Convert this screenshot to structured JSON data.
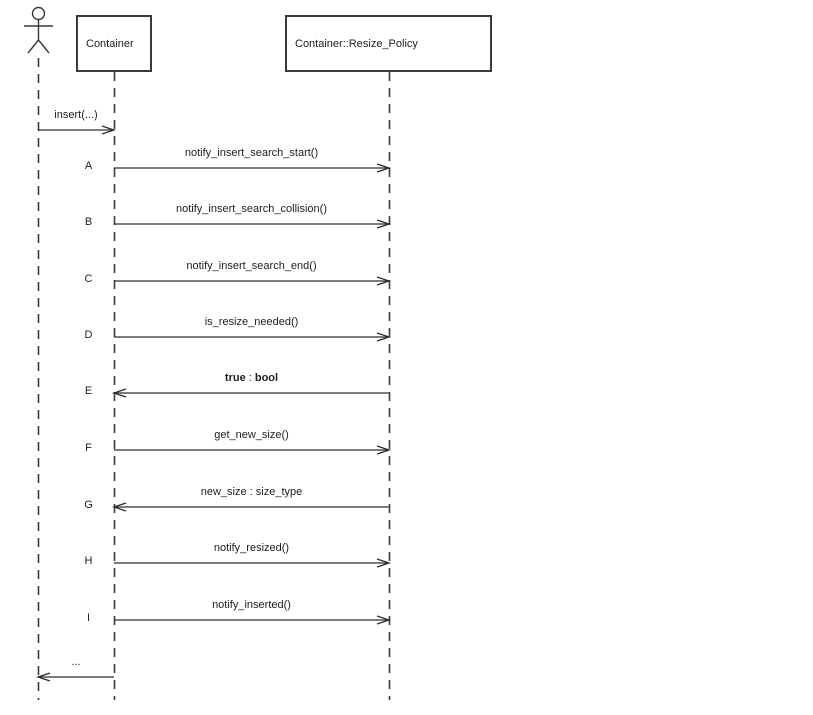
{
  "diagram_type": "uml-sequence-diagram",
  "participants": [
    {
      "type": "actor",
      "label": ""
    },
    {
      "type": "object",
      "label": "Container"
    },
    {
      "type": "object",
      "label": "Container::Resize_Policy"
    }
  ],
  "messages": [
    {
      "id": "",
      "label": "insert(...)",
      "from": "actor",
      "to": "Container",
      "direction": "right"
    },
    {
      "id": "A",
      "label": "notify_insert_search_start()",
      "from": "Container",
      "to": "Container::Resize_Policy",
      "direction": "right"
    },
    {
      "id": "B",
      "label": "notify_insert_search_collision()",
      "from": "Container",
      "to": "Container::Resize_Policy",
      "direction": "right"
    },
    {
      "id": "C",
      "label": "notify_insert_search_end()",
      "from": "Container",
      "to": "Container::Resize_Policy",
      "direction": "right"
    },
    {
      "id": "D",
      "label": "is_resize_needed()",
      "from": "Container",
      "to": "Container::Resize_Policy",
      "direction": "right"
    },
    {
      "id": "E",
      "label_bold_left": "true",
      "label_sep": " : ",
      "label_bold_right": "bool",
      "from": "Container::Resize_Policy",
      "to": "Container",
      "direction": "left"
    },
    {
      "id": "F",
      "label": "get_new_size()",
      "from": "Container",
      "to": "Container::Resize_Policy",
      "direction": "right"
    },
    {
      "id": "G",
      "label": "new_size : size_type",
      "from": "Container::Resize_Policy",
      "to": "Container",
      "direction": "left"
    },
    {
      "id": "H",
      "label": "notify_resized()",
      "from": "Container",
      "to": "Container::Resize_Policy",
      "direction": "right"
    },
    {
      "id": "I",
      "label": "notify_inserted()",
      "from": "Container",
      "to": "Container::Resize_Policy",
      "direction": "right"
    },
    {
      "id": "",
      "label": "...",
      "from": "Container",
      "to": "actor",
      "direction": "left"
    }
  ],
  "colors": {
    "line": "#3a3a3a",
    "text": "#1e1e1e",
    "background": "#ffffff"
  }
}
